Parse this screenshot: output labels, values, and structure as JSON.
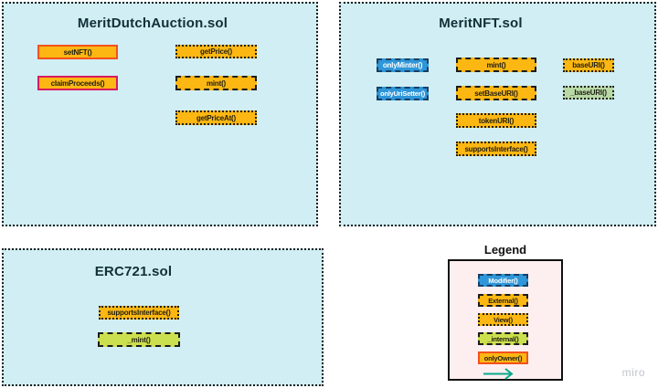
{
  "diagram": {
    "watermark": "miro",
    "colors": {
      "panel_background": "#d0eef3",
      "panel_border": "#1c1c1c",
      "external_view_fill": "#fcb712",
      "modifier_fill": "#2e96d9",
      "internal_fill": "#cbe04e",
      "internal_pale_fill": "#b8d9a6",
      "only_owner_border": "#f4511e",
      "claim_proceeds_border": "#d81b60",
      "legend_background": "#fdeff0",
      "arrow": "#0ba98c"
    },
    "panels": [
      {
        "title": "MeritDutchAuction.sol",
        "boxes": [
          {
            "label": "setNFT()",
            "kind": "only-owner"
          },
          {
            "label": "claimProceeds()",
            "kind": "claim"
          },
          {
            "label": "getPrice()",
            "kind": "view"
          },
          {
            "label": "mint()",
            "kind": "external"
          },
          {
            "label": "getPriceAt()",
            "kind": "view"
          }
        ]
      },
      {
        "title": "MeritNFT.sol",
        "boxes": [
          {
            "label": "onlyMinter()",
            "kind": "modifier"
          },
          {
            "label": "onlyUriSetter()",
            "kind": "modifier"
          },
          {
            "label": "mint()",
            "kind": "external"
          },
          {
            "label": "setBaseURI()",
            "kind": "external"
          },
          {
            "label": "tokenURI()",
            "kind": "view"
          },
          {
            "label": "supportsInterface()",
            "kind": "view"
          },
          {
            "label": "baseURI()",
            "kind": "view"
          },
          {
            "label": "_baseURI()",
            "kind": "internal-pale"
          }
        ]
      },
      {
        "title": "ERC721.sol",
        "boxes": [
          {
            "label": "supportsInterface()",
            "kind": "view"
          },
          {
            "label": "_mint()",
            "kind": "internal"
          }
        ]
      }
    ],
    "legend": {
      "title": "Legend",
      "items": [
        {
          "label": "Modifier()",
          "kind": "modifier"
        },
        {
          "label": "External()",
          "kind": "external"
        },
        {
          "label": "View()",
          "kind": "view"
        },
        {
          "label": "_internal()",
          "kind": "internal"
        },
        {
          "label": "onlyOwner()",
          "kind": "only-owner"
        }
      ]
    }
  }
}
